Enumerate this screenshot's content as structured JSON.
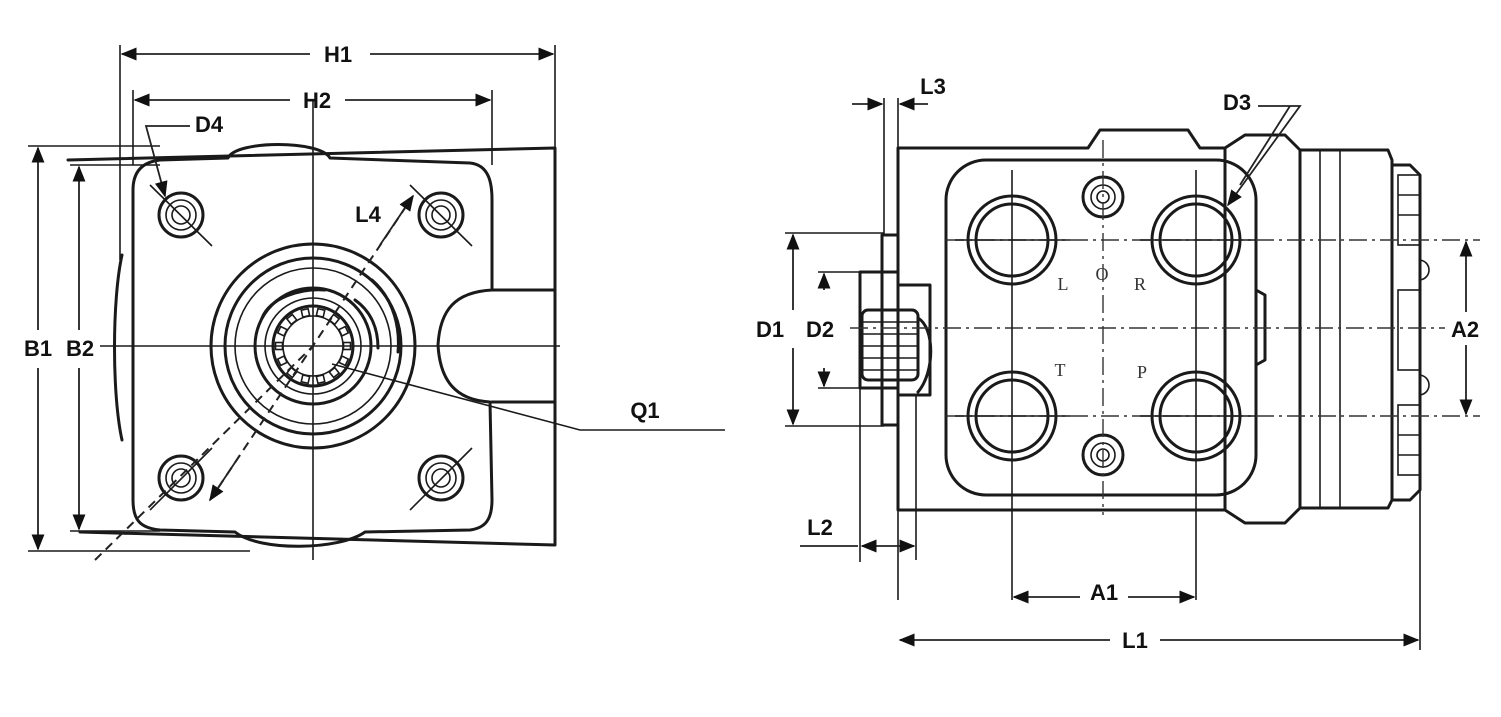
{
  "front_view": {
    "labels": {
      "h1": "H1",
      "h2": "H2",
      "d4": "D4",
      "l4": "L4",
      "b1": "B1",
      "b2": "B2",
      "q1": "Q1"
    }
  },
  "side_view": {
    "labels": {
      "l3": "L3",
      "d3": "D3",
      "d1": "D1",
      "d2": "D2",
      "a2": "A2",
      "l2": "L2",
      "a1": "A1",
      "l1": "L1"
    },
    "ports": {
      "l": "L",
      "o": "O",
      "r": "R",
      "t": "T",
      "p": "P"
    }
  },
  "colors": {
    "line": "#1a1a1a",
    "background": "#ffffff"
  }
}
